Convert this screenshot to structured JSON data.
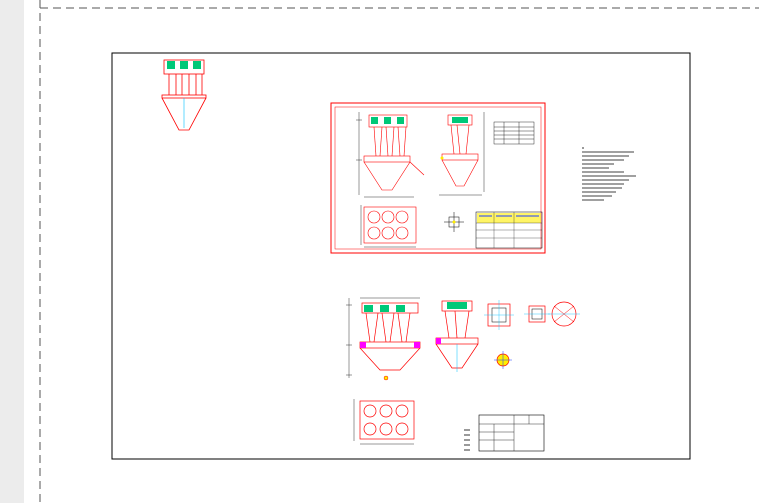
{
  "app": {
    "sheet_frame_style": "dashed",
    "colors": {
      "background": "#ffffff",
      "gutter": "#ececec",
      "frame": "#000000",
      "dashed_frame": "#555555",
      "drawing_red": "#ff0000",
      "drawing_green": "#00c878",
      "drawing_cyan": "#00c0ff",
      "drawing_magenta": "#ff00ff",
      "drawing_yellow": "#ffee00",
      "drawing_blue": "#2040ff"
    }
  },
  "drawing": {
    "parts": [
      "cyclone-preview",
      "assembly-sheet",
      "front-view",
      "side-view",
      "top-view",
      "section-a",
      "section-b",
      "section-c",
      "detail-circle",
      "title-block",
      "notes-block"
    ]
  }
}
